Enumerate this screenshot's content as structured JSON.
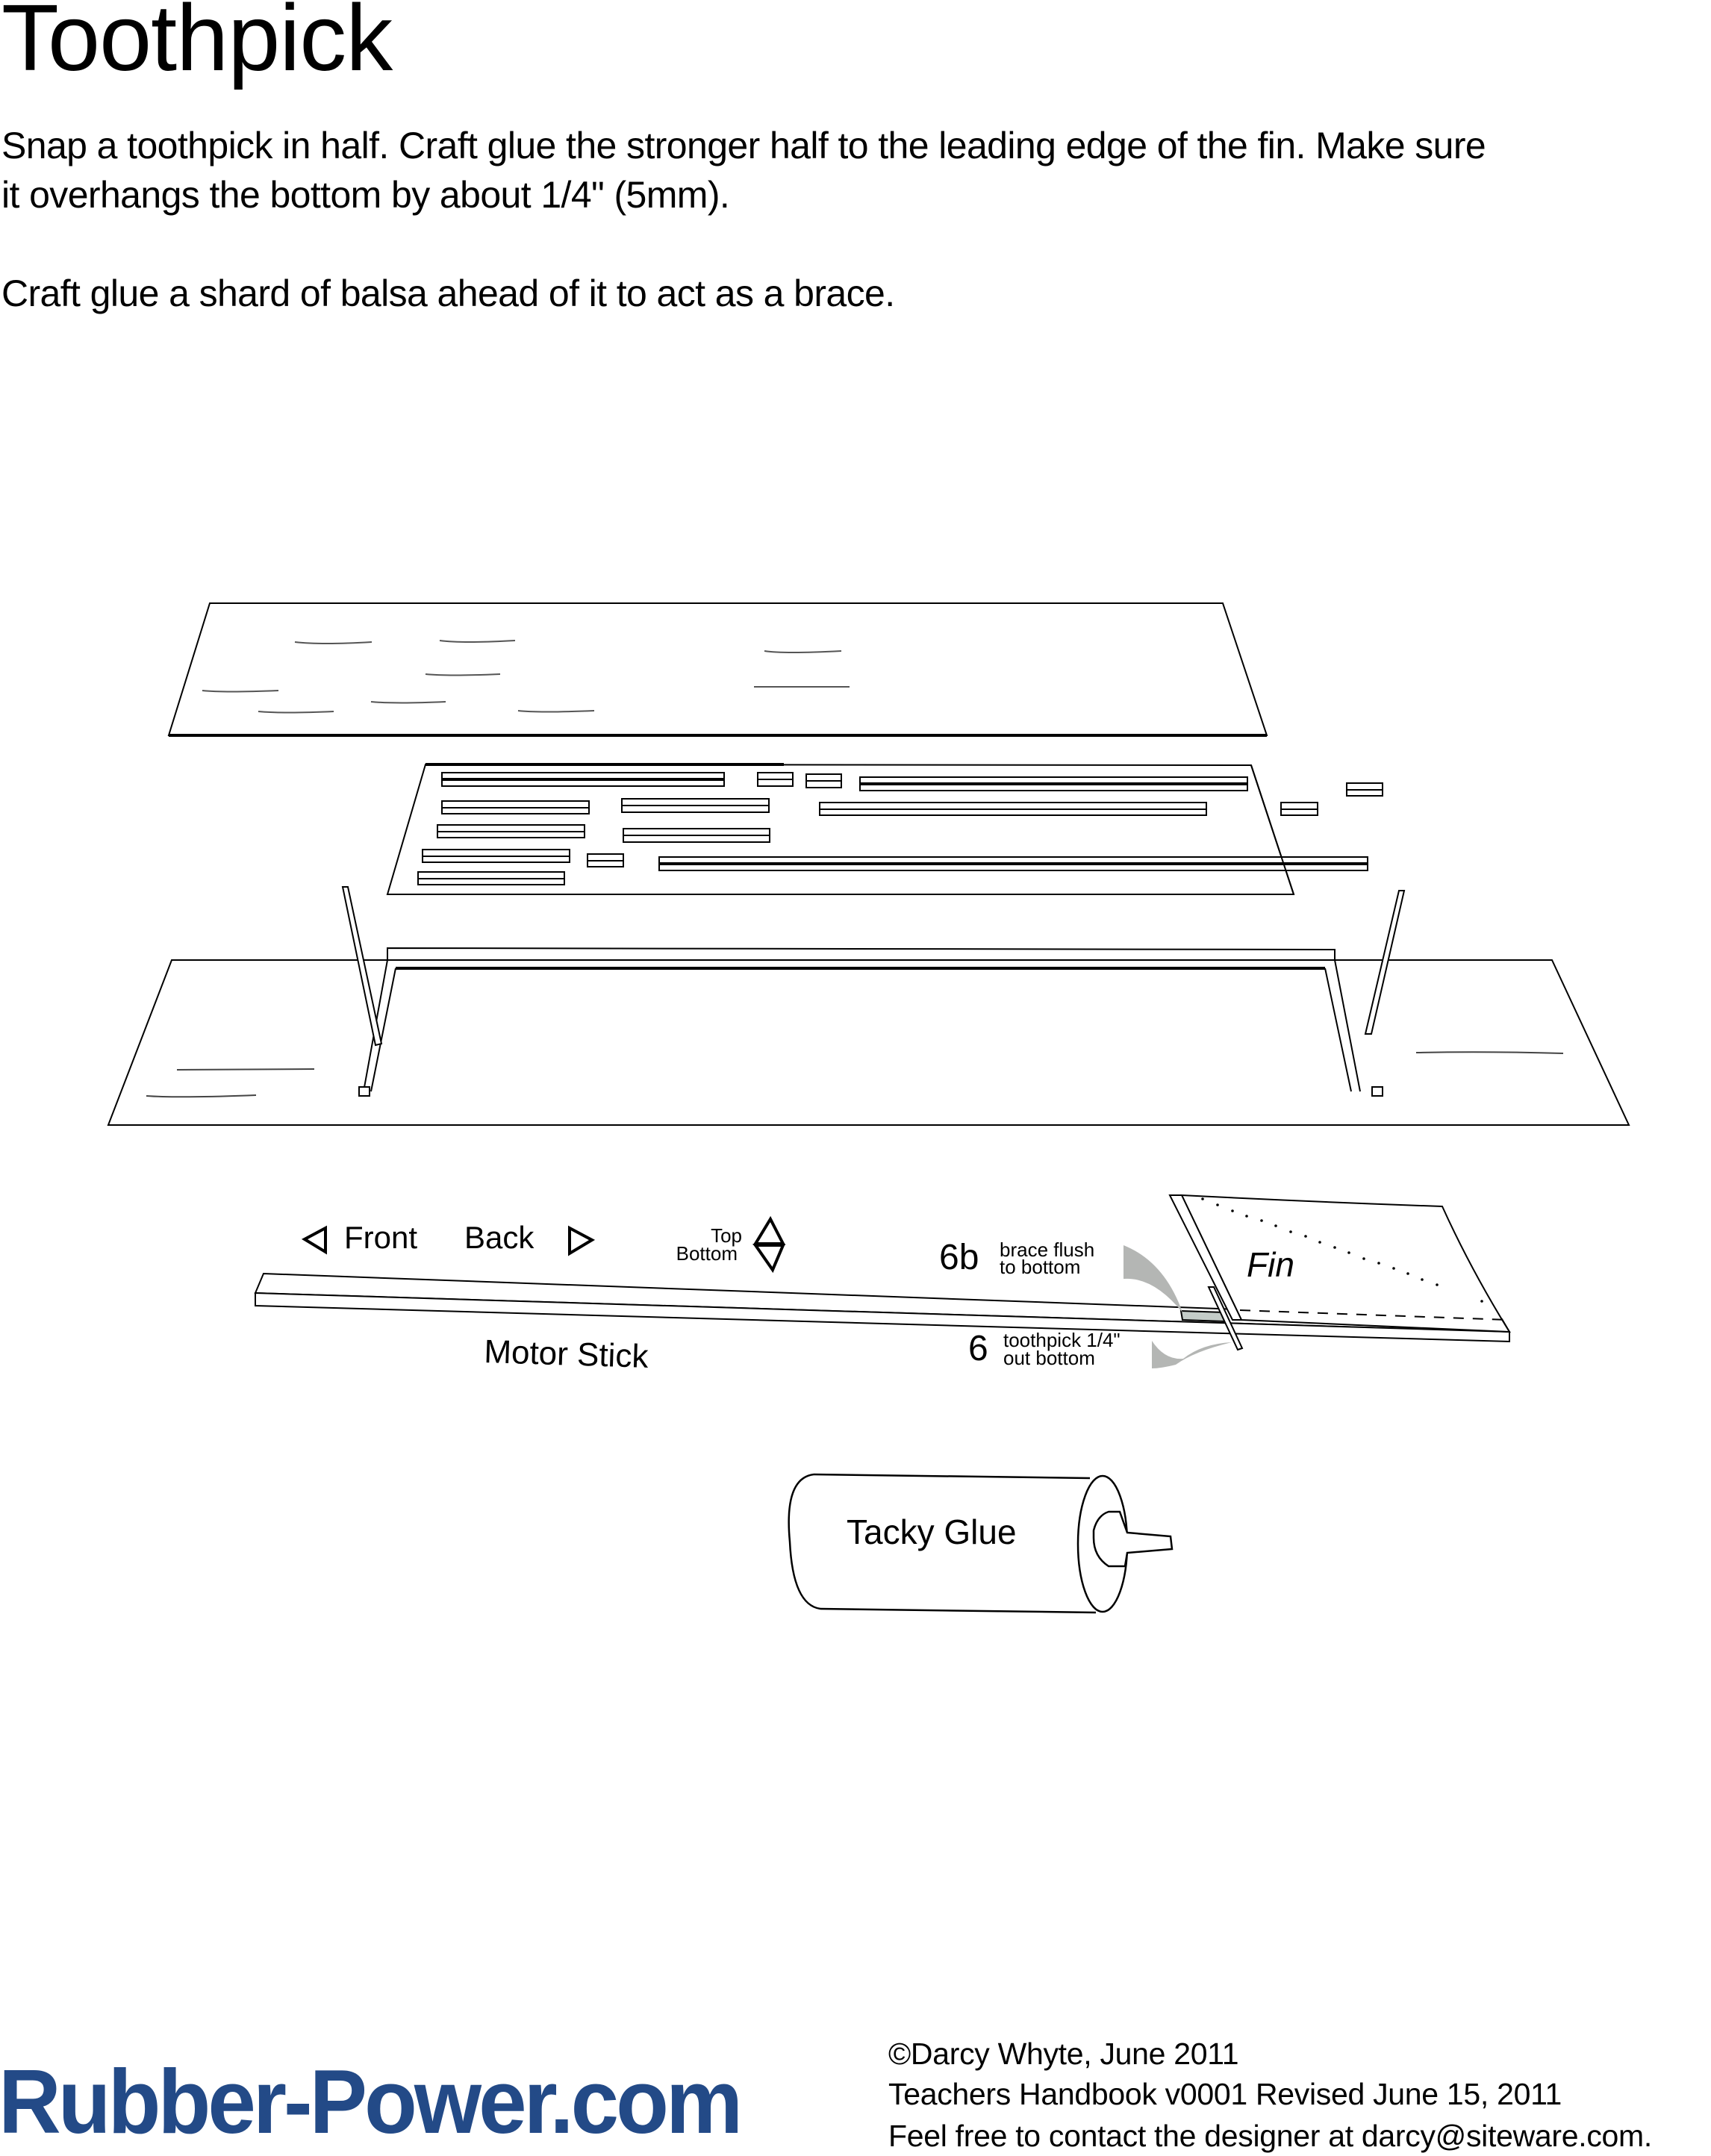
{
  "page": {
    "title": "Toothpick",
    "paragraphs": [
      "Snap a toothpick in half. Craft glue the stronger half to the leading edge of the fin. Make sure",
      "it overhangs the bottom by about 1/4\" (5mm).",
      "Craft glue a shard of balsa ahead of it to act as a brace."
    ]
  },
  "diagram": {
    "labels": {
      "front": "Front",
      "back": "Back",
      "top": "Top",
      "bottom": "Bottom",
      "motor_stick": "Motor Stick",
      "fin": "Fin",
      "step_6b_number": "6b",
      "step_6b_line1": "brace flush",
      "step_6b_line2": "to bottom",
      "step_6_number": "6",
      "step_6_line1": "toothpick 1/4\"",
      "step_6_line2": "out bottom",
      "glue": "Tacky Glue"
    },
    "colors": {
      "arrow_gray": "#b4b6b4",
      "brace_fill": "#c4ccc8"
    }
  },
  "footer": {
    "logo": "Rubber-Power.com",
    "logo_color": "#234a87",
    "copyright": "©Darcy Whyte, June 2011",
    "version": "Teachers Handbook v0001 Revised June 15, 2011",
    "contact": "Feel free to contact the designer at darcy@siteware.com."
  }
}
